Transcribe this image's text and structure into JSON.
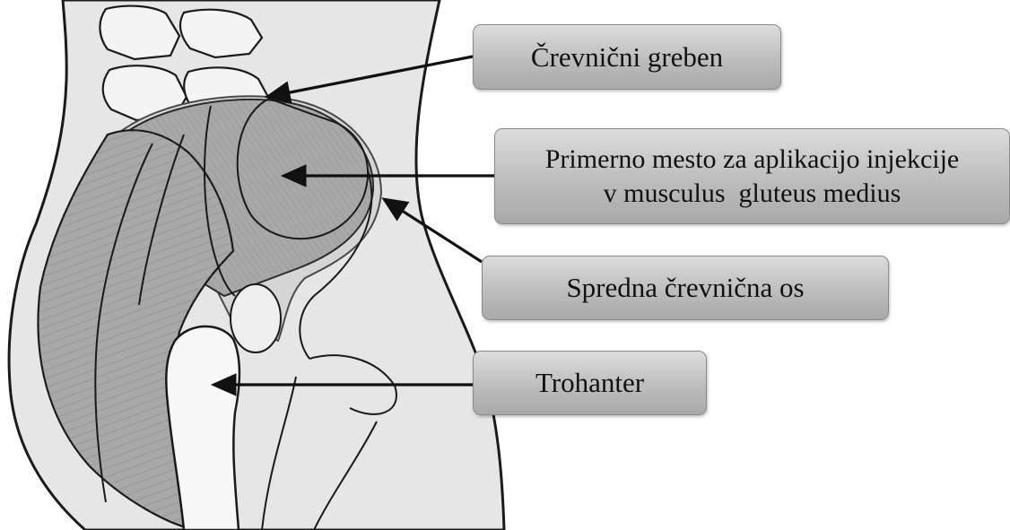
{
  "labels": {
    "iliac_crest": "Črevnični greben",
    "injection_site_line1": "Primerno mesto za aplikacijo injekcije",
    "injection_site_line2": "v musculus  gluteus medius",
    "anterior_spine": "Spredna črevnična os",
    "trochanter": "Trohanter"
  },
  "colors": {
    "box_fill_top": "#dcdcdc",
    "box_fill_bottom": "#a9a9a9",
    "muscle_fill": "#a8a8a8",
    "body_fill": "#e6e6e6",
    "outline": "#1a1a1a",
    "arrow": "#111111"
  }
}
